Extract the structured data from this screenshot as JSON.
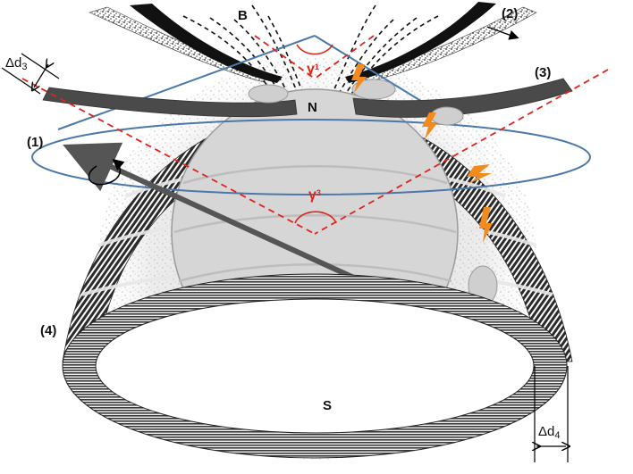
{
  "labels": {
    "field_B": "B",
    "pole_N": "N",
    "pole_S": "S",
    "gamma1": {
      "base": "γ",
      "sub": "1"
    },
    "gamma3": {
      "base": "γ",
      "sub": "3"
    },
    "delta_d3": {
      "base": "Δd",
      "sub": "3"
    },
    "delta_d4": {
      "base": "Δd",
      "sub": "4"
    },
    "item1": "(1)",
    "item2": "(2)",
    "item3": "(3)",
    "item4": "(4)"
  },
  "colors": {
    "cone_lines": "#e0231b",
    "orbit": "#4a78a8",
    "bolts": "#f28a1e",
    "sphere": "#d6d6d6",
    "band_dark": "#4a4a4a",
    "text": "#111111"
  },
  "icons": {
    "bolts": "lightning-bolt-icon",
    "rotation": "rotation-arrow-icon"
  }
}
